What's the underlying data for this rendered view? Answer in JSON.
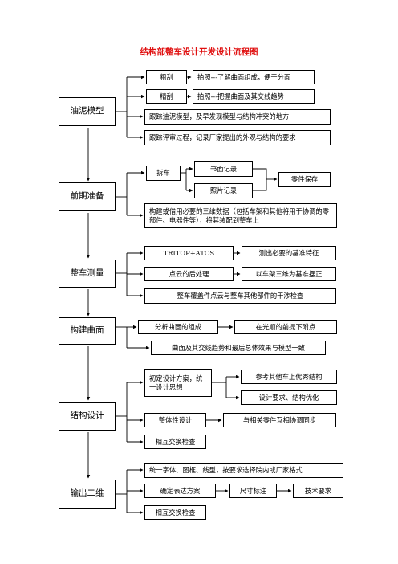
{
  "title": "结构部整车设计开发设计流程图",
  "colors": {
    "title": "#e01010",
    "line": "#000000"
  },
  "stages": [
    {
      "id": "clay",
      "label": "油泥模型"
    },
    {
      "id": "prep",
      "label": "前期准备"
    },
    {
      "id": "measure",
      "label": "整车测量"
    },
    {
      "id": "surface",
      "label": "构建曲面"
    },
    {
      "id": "design",
      "label": "结构设计"
    },
    {
      "id": "output",
      "label": "输出二维"
    }
  ],
  "steps": {
    "rough_scrape": "粗刮",
    "rough_photo": "拍照---了解曲面组成，便于分面",
    "fine_scrape": "精刮",
    "fine_photo": "拍照---把握曲面及其交线趋势",
    "track_clay": "跟踪油泥模型，及早发现模型与结构冲突的地方",
    "track_review": "跟踪评审过程，记录厂家提出的外观与结构的要求",
    "disassemble": "拆车",
    "written_record": "书面记录",
    "photo_record": "照片记录",
    "parts_storage": "零件保存",
    "build_3d": "构建或借用必要的三维数据（包括车架和其他将用于协调的零部件、电器件等），将其装配到整车上",
    "tritop": "TRITOP+ATOS",
    "measure_features": "测出必要的基准特征",
    "point_cloud": "点云的后处理",
    "align_frame": "以车架三维为基准摆正",
    "interference": "整车覆盖件点云与整车其他部件的干涉检查",
    "analyze_surface": "分析曲面的组成",
    "attach_points": "在光顺的前提下附点",
    "surface_consistency": "曲面及其交线趋势和最后总体效果与模型一致",
    "initial_scheme": "初定设计方案，统一设计思想",
    "reference_structure": "参考其他车上优秀结构",
    "design_req": "设计要求、结构优化",
    "integral_design": "整体性设计",
    "coordinate_parts": "与相关零件互相协调同步",
    "cross_check_design": "相互交换检查",
    "unify_fonts": "统一字体、图框、线型，按要求选择院内或厂家格式",
    "expression": "确定表达方案",
    "dimension": "尺寸标注",
    "tech_req": "技术要求",
    "cross_check_output": "相互交换检查"
  }
}
